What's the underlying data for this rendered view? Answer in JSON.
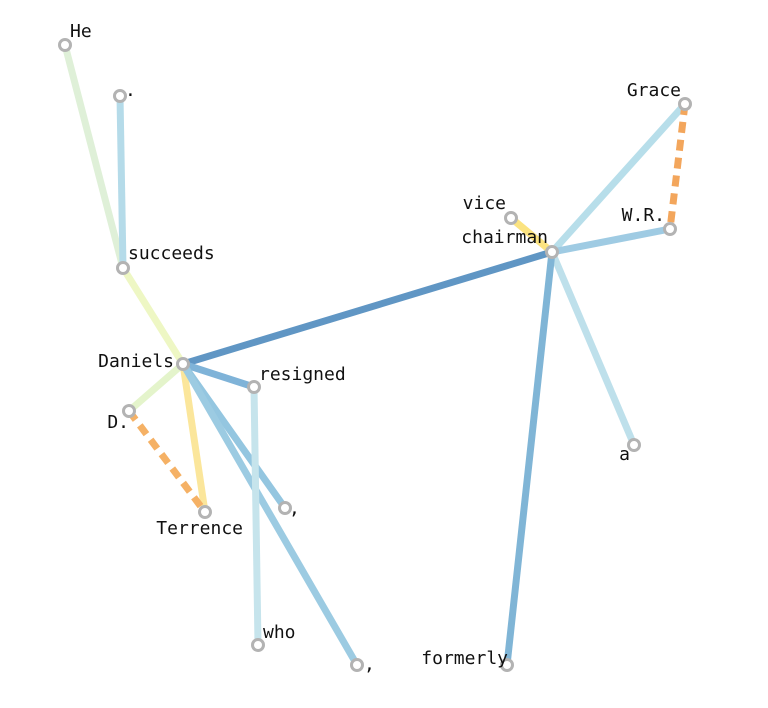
{
  "diagram": {
    "type": "dependency-graph",
    "nodes": [
      {
        "id": "He",
        "label": "He"
      },
      {
        "id": "period",
        "label": "."
      },
      {
        "id": "succeeds",
        "label": "succeeds"
      },
      {
        "id": "Daniels",
        "label": "Daniels"
      },
      {
        "id": "resigned",
        "label": "resigned"
      },
      {
        "id": "D",
        "label": "D."
      },
      {
        "id": "Terrence",
        "label": "Terrence"
      },
      {
        "id": "comma1",
        "label": ","
      },
      {
        "id": "who",
        "label": "who"
      },
      {
        "id": "comma2",
        "label": ","
      },
      {
        "id": "formerly",
        "label": "formerly"
      },
      {
        "id": "vice",
        "label": "vice"
      },
      {
        "id": "chairman",
        "label": "chairman"
      },
      {
        "id": "Grace",
        "label": "Grace"
      },
      {
        "id": "WR",
        "label": "W.R."
      },
      {
        "id": "a",
        "label": "a"
      }
    ],
    "edges": [
      {
        "source": "He",
        "target": "succeeds",
        "color": "#dff0d8",
        "style": "solid"
      },
      {
        "source": "period",
        "target": "succeeds",
        "color": "#b5dbe9",
        "style": "solid"
      },
      {
        "source": "succeeds",
        "target": "Daniels",
        "color": "#eef7c4",
        "style": "solid"
      },
      {
        "source": "Daniels",
        "target": "chairman",
        "color": "#6096c4",
        "style": "solid"
      },
      {
        "source": "Daniels",
        "target": "resigned",
        "color": "#7fb3d8",
        "style": "solid"
      },
      {
        "source": "Daniels",
        "target": "D",
        "color": "#e4f4cb",
        "style": "solid"
      },
      {
        "source": "Daniels",
        "target": "Terrence",
        "color": "#fbe69b",
        "style": "solid"
      },
      {
        "source": "Daniels",
        "target": "comma1",
        "color": "#94c6e0",
        "style": "solid"
      },
      {
        "source": "Daniels",
        "target": "comma2",
        "color": "#9ccbe2",
        "style": "solid"
      },
      {
        "source": "resigned",
        "target": "who",
        "color": "#c6e4ec",
        "style": "solid"
      },
      {
        "source": "D",
        "target": "Terrence",
        "color": "#f5b165",
        "style": "dashed"
      },
      {
        "source": "vice",
        "target": "chairman",
        "color": "#fbe380",
        "style": "solid"
      },
      {
        "source": "chairman",
        "target": "Grace",
        "color": "#b7deea",
        "style": "solid"
      },
      {
        "source": "chairman",
        "target": "WR",
        "color": "#9fcbe3",
        "style": "solid"
      },
      {
        "source": "chairman",
        "target": "a",
        "color": "#bee0eb",
        "style": "solid"
      },
      {
        "source": "chairman",
        "target": "formerly",
        "color": "#80b5d6",
        "style": "solid"
      },
      {
        "source": "Grace",
        "target": "WR",
        "color": "#f3a65c",
        "style": "dashed"
      }
    ]
  }
}
